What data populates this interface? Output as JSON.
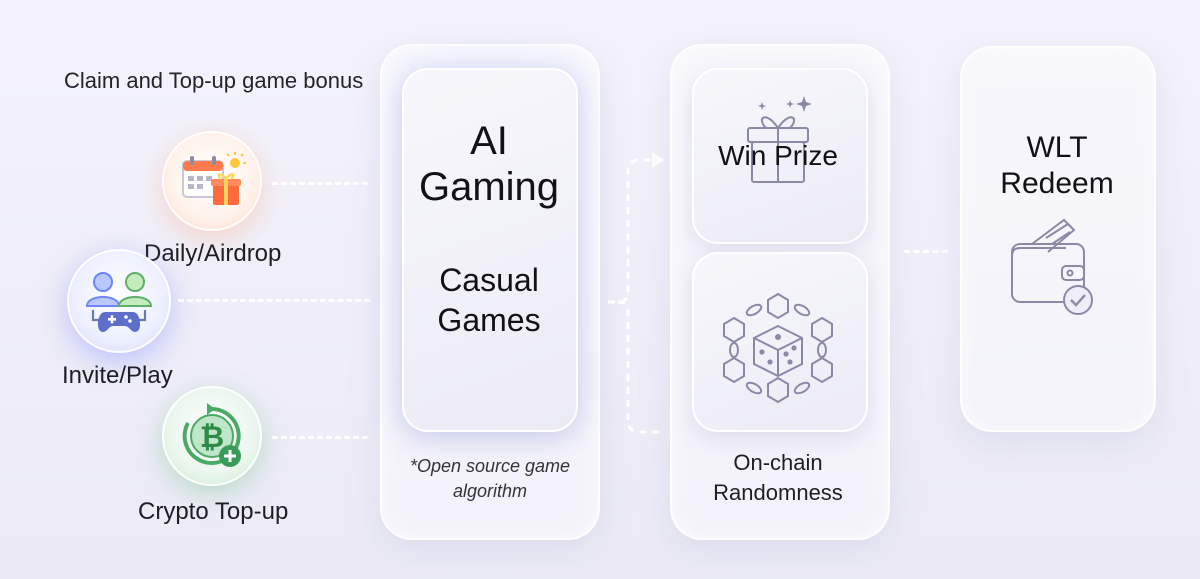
{
  "heading": "Claim and Top-up game bonus",
  "sources": [
    {
      "label": "Daily/Airdrop",
      "icon": "calendar-gift-icon"
    },
    {
      "label": "Invite/Play",
      "icon": "users-gamepad-icon"
    },
    {
      "label": "Crypto Top-up",
      "icon": "bitcoin-plus-icon"
    }
  ],
  "ai_gaming": {
    "title_line1": "AI",
    "title_line2": "Gaming",
    "subtitle_line1": "Casual",
    "subtitle_line2": "Games",
    "note_line1": "*Open source game",
    "note_line2": "algorithm"
  },
  "outcomes": {
    "win_prize": "Win Prize",
    "win_icon": "gift-box-icon",
    "randomness_line1": "On-chain",
    "randomness_line2": "Randomness",
    "randomness_icon": "blockchain-dice-icon"
  },
  "redeem": {
    "line1": "WLT",
    "line2": "Redeem",
    "icon": "wallet-ticket-check-icon"
  },
  "colors": {
    "daily_accent": "#ff8a5b",
    "invite_accent": "#6f84ff",
    "crypto_accent": "#3a9a58",
    "icon_stroke": "#7d7a96"
  }
}
